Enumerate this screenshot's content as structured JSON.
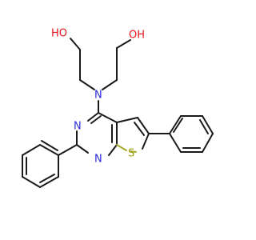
{
  "atoms": {
    "oh_left": "HO",
    "oh_right": "OH",
    "n_amine": "N",
    "n_ring_top": "N",
    "n_ring_bottom": "N",
    "s_thiophene": "S"
  },
  "colors": {
    "bond": "#1a1a1a",
    "oxygen": "#e8141a",
    "nitrogen": "#2c2cd8",
    "sulfur": "#9e9e10",
    "sulfur_bond": "#a8a828",
    "background": "#ffffff"
  }
}
